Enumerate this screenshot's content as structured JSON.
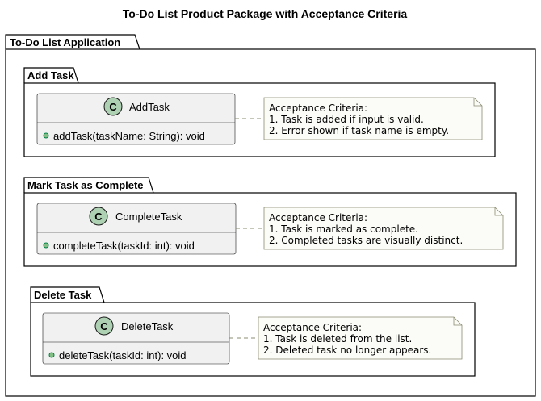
{
  "title": "To-Do List Product Package with Acceptance Criteria",
  "application": {
    "label": "To-Do List Application"
  },
  "packages": [
    {
      "label": "Add Task",
      "class": {
        "stereotype": "C",
        "name": "AddTask",
        "method": "addTask(taskName: String): void"
      },
      "note": [
        "Acceptance Criteria:",
        "1. Task is added if input is valid.",
        "2. Error shown if task name is empty."
      ]
    },
    {
      "label": "Mark Task as Complete",
      "class": {
        "stereotype": "C",
        "name": "CompleteTask",
        "method": "completeTask(taskId: int): void"
      },
      "note": [
        "Acceptance Criteria:",
        "1. Task is marked as complete.",
        "2. Completed tasks are visually distinct."
      ]
    },
    {
      "label": "Delete Task",
      "class": {
        "stereotype": "C",
        "name": "DeleteTask",
        "method": "deleteTask(taskId: int): void"
      },
      "note": [
        "Acceptance Criteria:",
        "1. Task is deleted from the list.",
        "2. Deleted task no longer appears."
      ]
    }
  ],
  "colors": {
    "class_fill": "#f1f1f1",
    "class_border": "#181818",
    "stereotype_circle": "#add1b2",
    "method_visibility": "#84be84",
    "note_fill": "#fbfbf7",
    "note_border": "#8b8b70"
  }
}
